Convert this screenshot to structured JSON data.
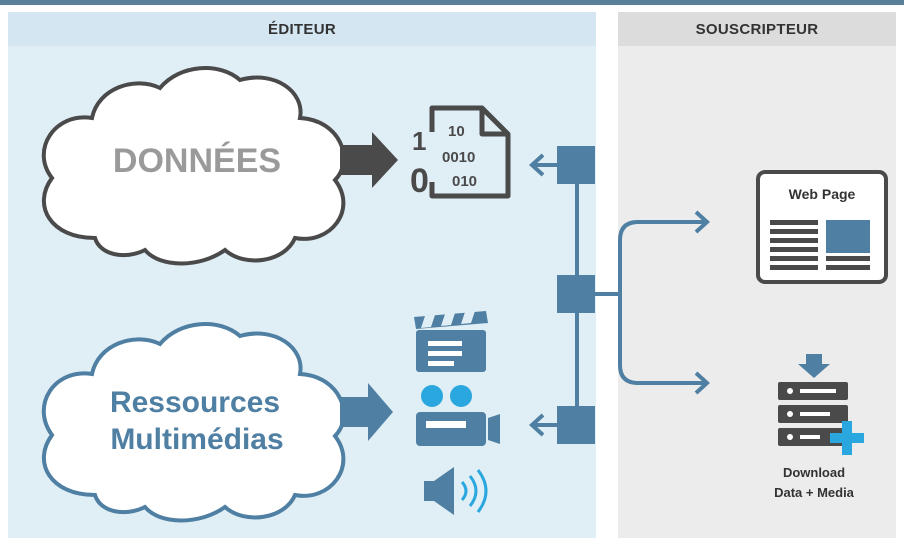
{
  "header_left": "ÉDITEUR",
  "header_right": "SOUSCRIPTEUR",
  "cloud_top": "DONNÉES",
  "cloud_bottom_line1": "Ressources",
  "cloud_bottom_line2": "Multimédias",
  "binary": {
    "one": "1",
    "zero": "0",
    "line1": "10",
    "line2": "0010",
    "line3": "010"
  },
  "webpage_label": "Web Page",
  "download_line1": "Download",
  "download_line2": "Data + Media",
  "colors": {
    "blue": "#4f7fa2",
    "dark": "#4a4a4a",
    "grey_text": "#9a9a9a",
    "left_bg": "#e0eef6",
    "right_bg": "#ececec",
    "accent": "#2aa7de"
  }
}
